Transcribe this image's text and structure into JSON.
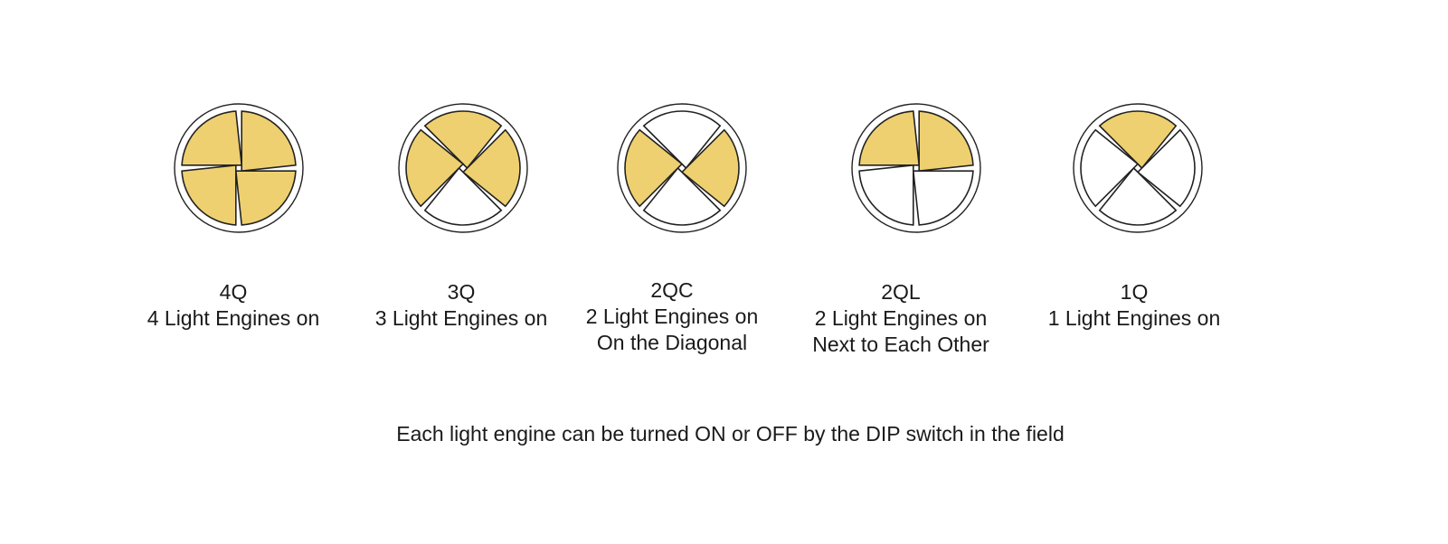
{
  "colors": {
    "on": "#EED070",
    "off": "#FFFFFF",
    "stroke": "#222222"
  },
  "modes": [
    {
      "code": "4Q",
      "lines": [
        "4 Light Engines on"
      ],
      "layout": "orthogonal",
      "quadrants_on": {
        "top": true,
        "right": true,
        "bottom": true,
        "left": true
      }
    },
    {
      "code": "3Q",
      "lines": [
        "3 Light Engines on"
      ],
      "layout": "diagonal",
      "quadrants_on": {
        "top": true,
        "right": true,
        "bottom": false,
        "left": true
      }
    },
    {
      "code": "2QC",
      "lines": [
        "2 Light Engines on",
        "On the Diagonal"
      ],
      "layout": "diagonal",
      "quadrants_on": {
        "top": false,
        "right": true,
        "bottom": false,
        "left": true
      }
    },
    {
      "code": "2QL",
      "lines": [
        "2 Light Engines on",
        "Next to Each Other"
      ],
      "layout": "orthogonal",
      "quadrants_on": {
        "top": true,
        "right": true,
        "bottom": false,
        "left": false
      }
    },
    {
      "code": "1Q",
      "lines": [
        "1 Light Engines on"
      ],
      "layout": "diagonal",
      "quadrants_on": {
        "top": true,
        "right": false,
        "bottom": false,
        "left": false
      }
    }
  ],
  "footnote": "Each light engine can be turned ON or OFF by the DIP switch in the field"
}
